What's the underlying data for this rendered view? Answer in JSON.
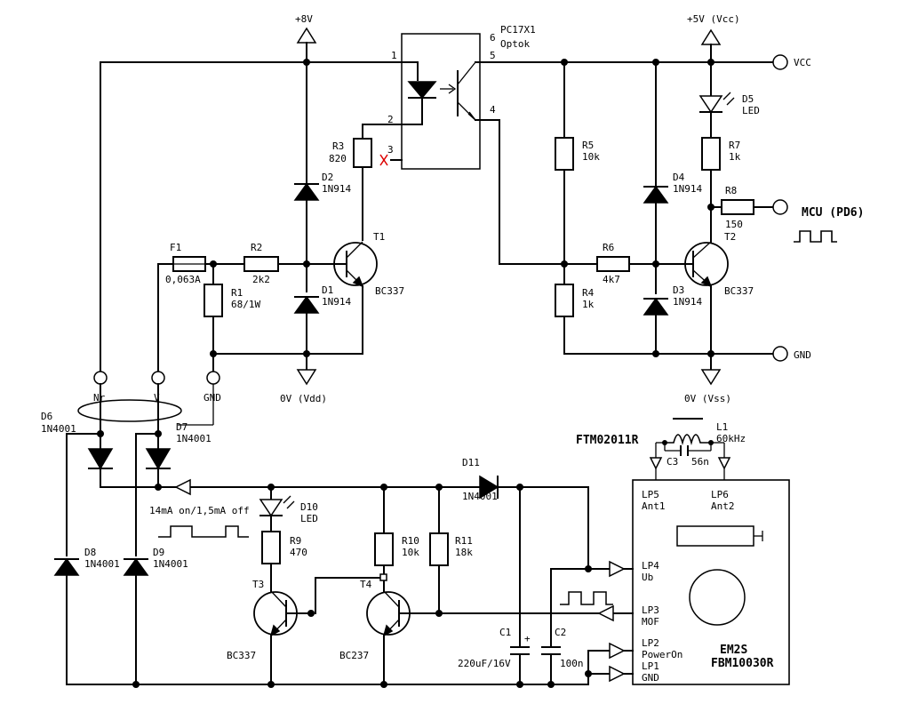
{
  "rails": {
    "plus8v": "+8V",
    "plus5v": "+5V (Vcc)",
    "vcc_terminal": "VCC",
    "gnd_terminal": "GND",
    "zero_vdd": "0V (Vdd)",
    "zero_vss": "0V (Vss)"
  },
  "optocoupler": {
    "name": "PC17X1",
    "type": "Optok",
    "pin1": "1",
    "pin2": "2",
    "pin3": "3",
    "pin4": "4",
    "pin5": "5",
    "pin6": "6"
  },
  "mcu": {
    "label": "MCU (PD6)"
  },
  "cable": {
    "pin_nr": "Nr",
    "pin_v": "V",
    "pin_gnd": "GND"
  },
  "signal_note": "14mA on/1,5mA off",
  "module": {
    "name": "EM2S",
    "part": "FBM10030R",
    "lp5": "LP5",
    "lp5_sub": "Ant1",
    "lp6": "LP6",
    "lp6_sub": "Ant2",
    "lp4": "LP4",
    "lp4_sub": "Ub",
    "lp3": "LP3",
    "lp3_sub": "MOF",
    "lp2": "LP2",
    "lp2_sub": "PowerOn",
    "lp1": "LP1",
    "lp1_sub": "GND"
  },
  "antenna": {
    "part": "FTM02011R",
    "l1_name": "L1",
    "l1_value": "60kHz",
    "c3_name": "C3",
    "c3_value": "56n"
  },
  "components": {
    "f1": {
      "name": "F1",
      "value": "0,063A"
    },
    "r1": {
      "name": "R1",
      "value": "68/1W"
    },
    "r2": {
      "name": "R2",
      "value": "2k2"
    },
    "r3": {
      "name": "R3",
      "value": "820"
    },
    "r4": {
      "name": "R4",
      "value": "1k"
    },
    "r5": {
      "name": "R5",
      "value": "10k"
    },
    "r6": {
      "name": "R6",
      "value": "4k7"
    },
    "r7": {
      "name": "R7",
      "value": "1k"
    },
    "r8": {
      "name": "R8",
      "value": "150"
    },
    "r9": {
      "name": "R9",
      "value": "470"
    },
    "r10": {
      "name": "R10",
      "value": "10k"
    },
    "r11": {
      "name": "R11",
      "value": "18k"
    },
    "d1": {
      "name": "D1",
      "value": "1N914"
    },
    "d2": {
      "name": "D2",
      "value": "1N914"
    },
    "d3": {
      "name": "D3",
      "value": "1N914"
    },
    "d4": {
      "name": "D4",
      "value": "1N914"
    },
    "d5": {
      "name": "D5",
      "value": "LED"
    },
    "d6": {
      "name": "D6",
      "value": "1N4001"
    },
    "d7": {
      "name": "D7",
      "value": "1N4001"
    },
    "d8": {
      "name": "D8",
      "value": "1N4001"
    },
    "d9": {
      "name": "D9",
      "value": "1N4001"
    },
    "d10": {
      "name": "D10",
      "value": "LED"
    },
    "d11": {
      "name": "D11",
      "value": "1N4001"
    },
    "t1": {
      "name": "T1",
      "value": "BC337"
    },
    "t2": {
      "name": "T2",
      "value": "BC337"
    },
    "t3": {
      "name": "T3",
      "value": "BC337"
    },
    "t4": {
      "name": "T4",
      "value": "BC237"
    },
    "c1": {
      "name": "C1",
      "value": "220uF/16V"
    },
    "c2": {
      "name": "C2",
      "value": "100n"
    }
  }
}
